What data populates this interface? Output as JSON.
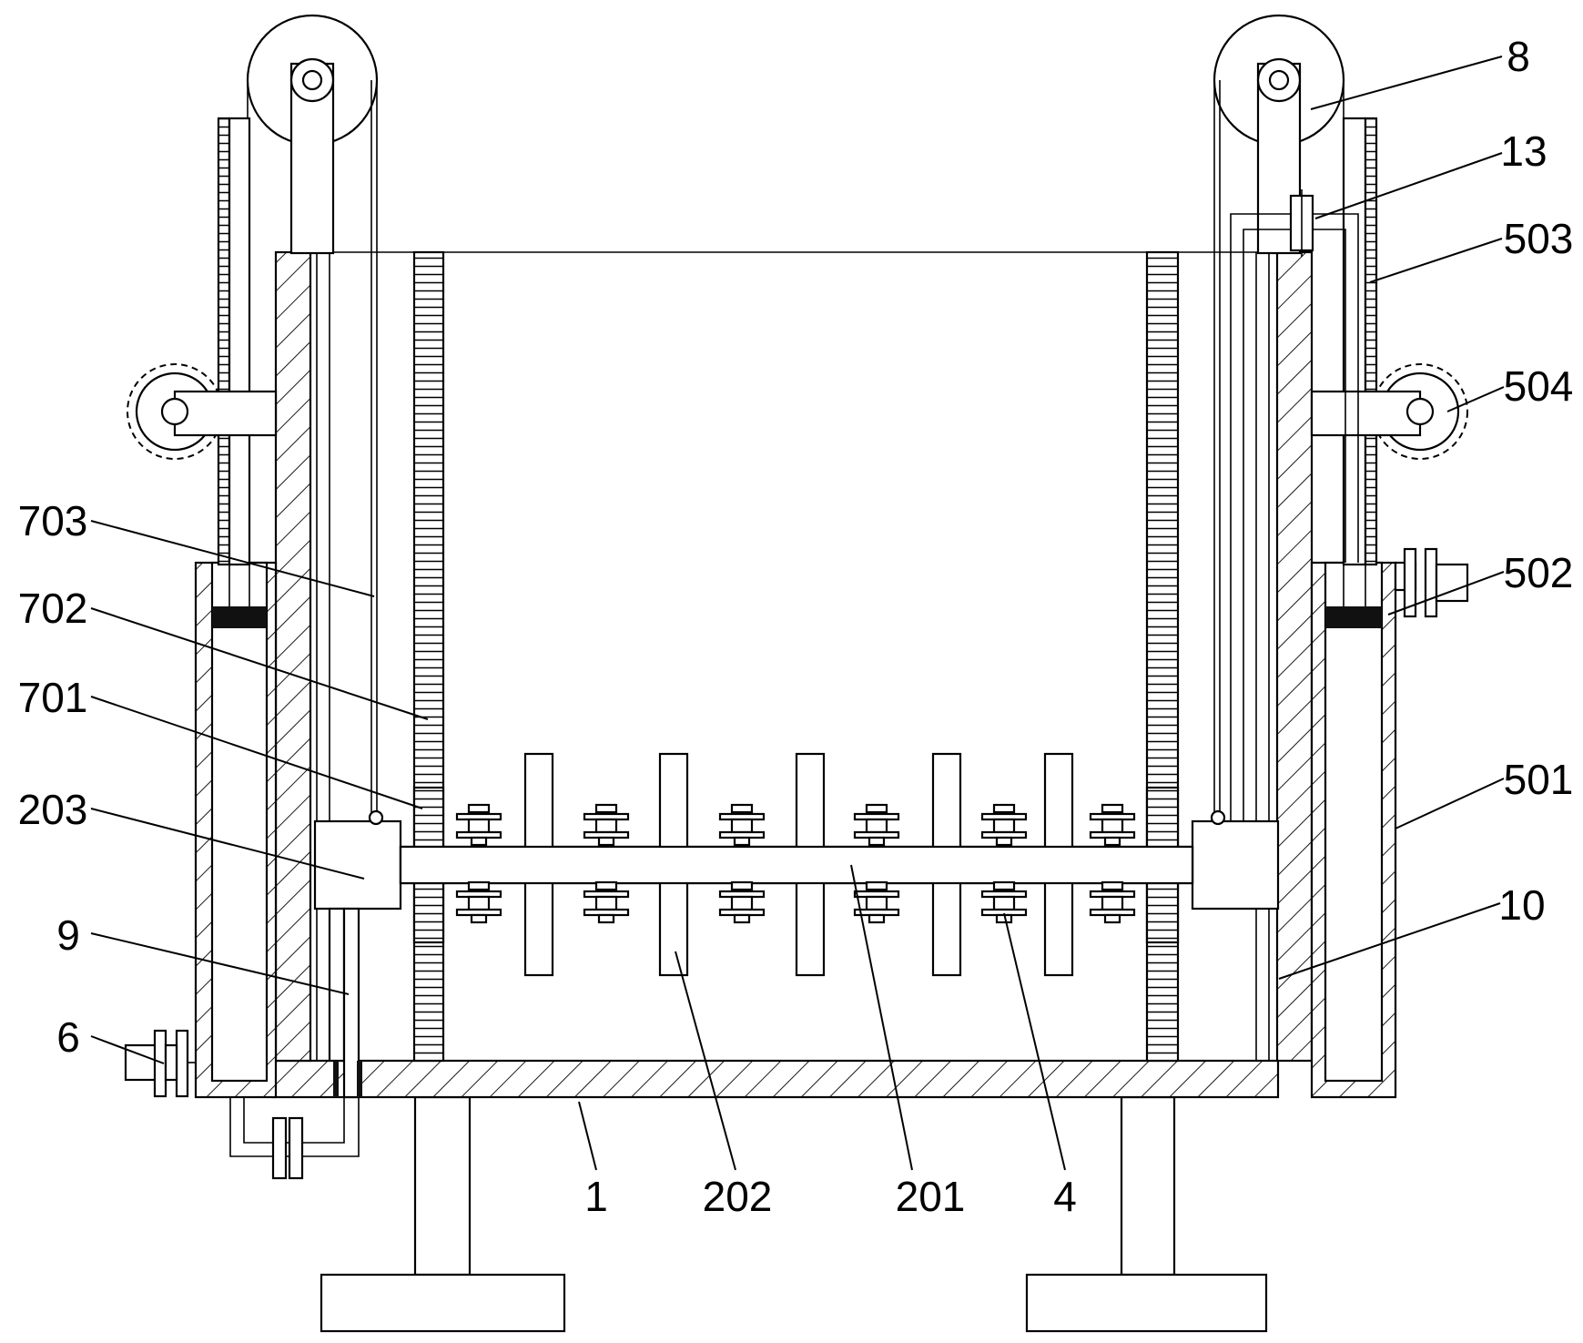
{
  "labels": {
    "l8": "8",
    "l13": "13",
    "l503": "503",
    "l504": "504",
    "l502": "502",
    "l501": "501",
    "l10": "10",
    "l703": "703",
    "l702": "702",
    "l701": "701",
    "l203": "203",
    "l9": "9",
    "l6": "6",
    "l1": "1",
    "l202": "202",
    "l201": "201",
    "l4": "4"
  }
}
